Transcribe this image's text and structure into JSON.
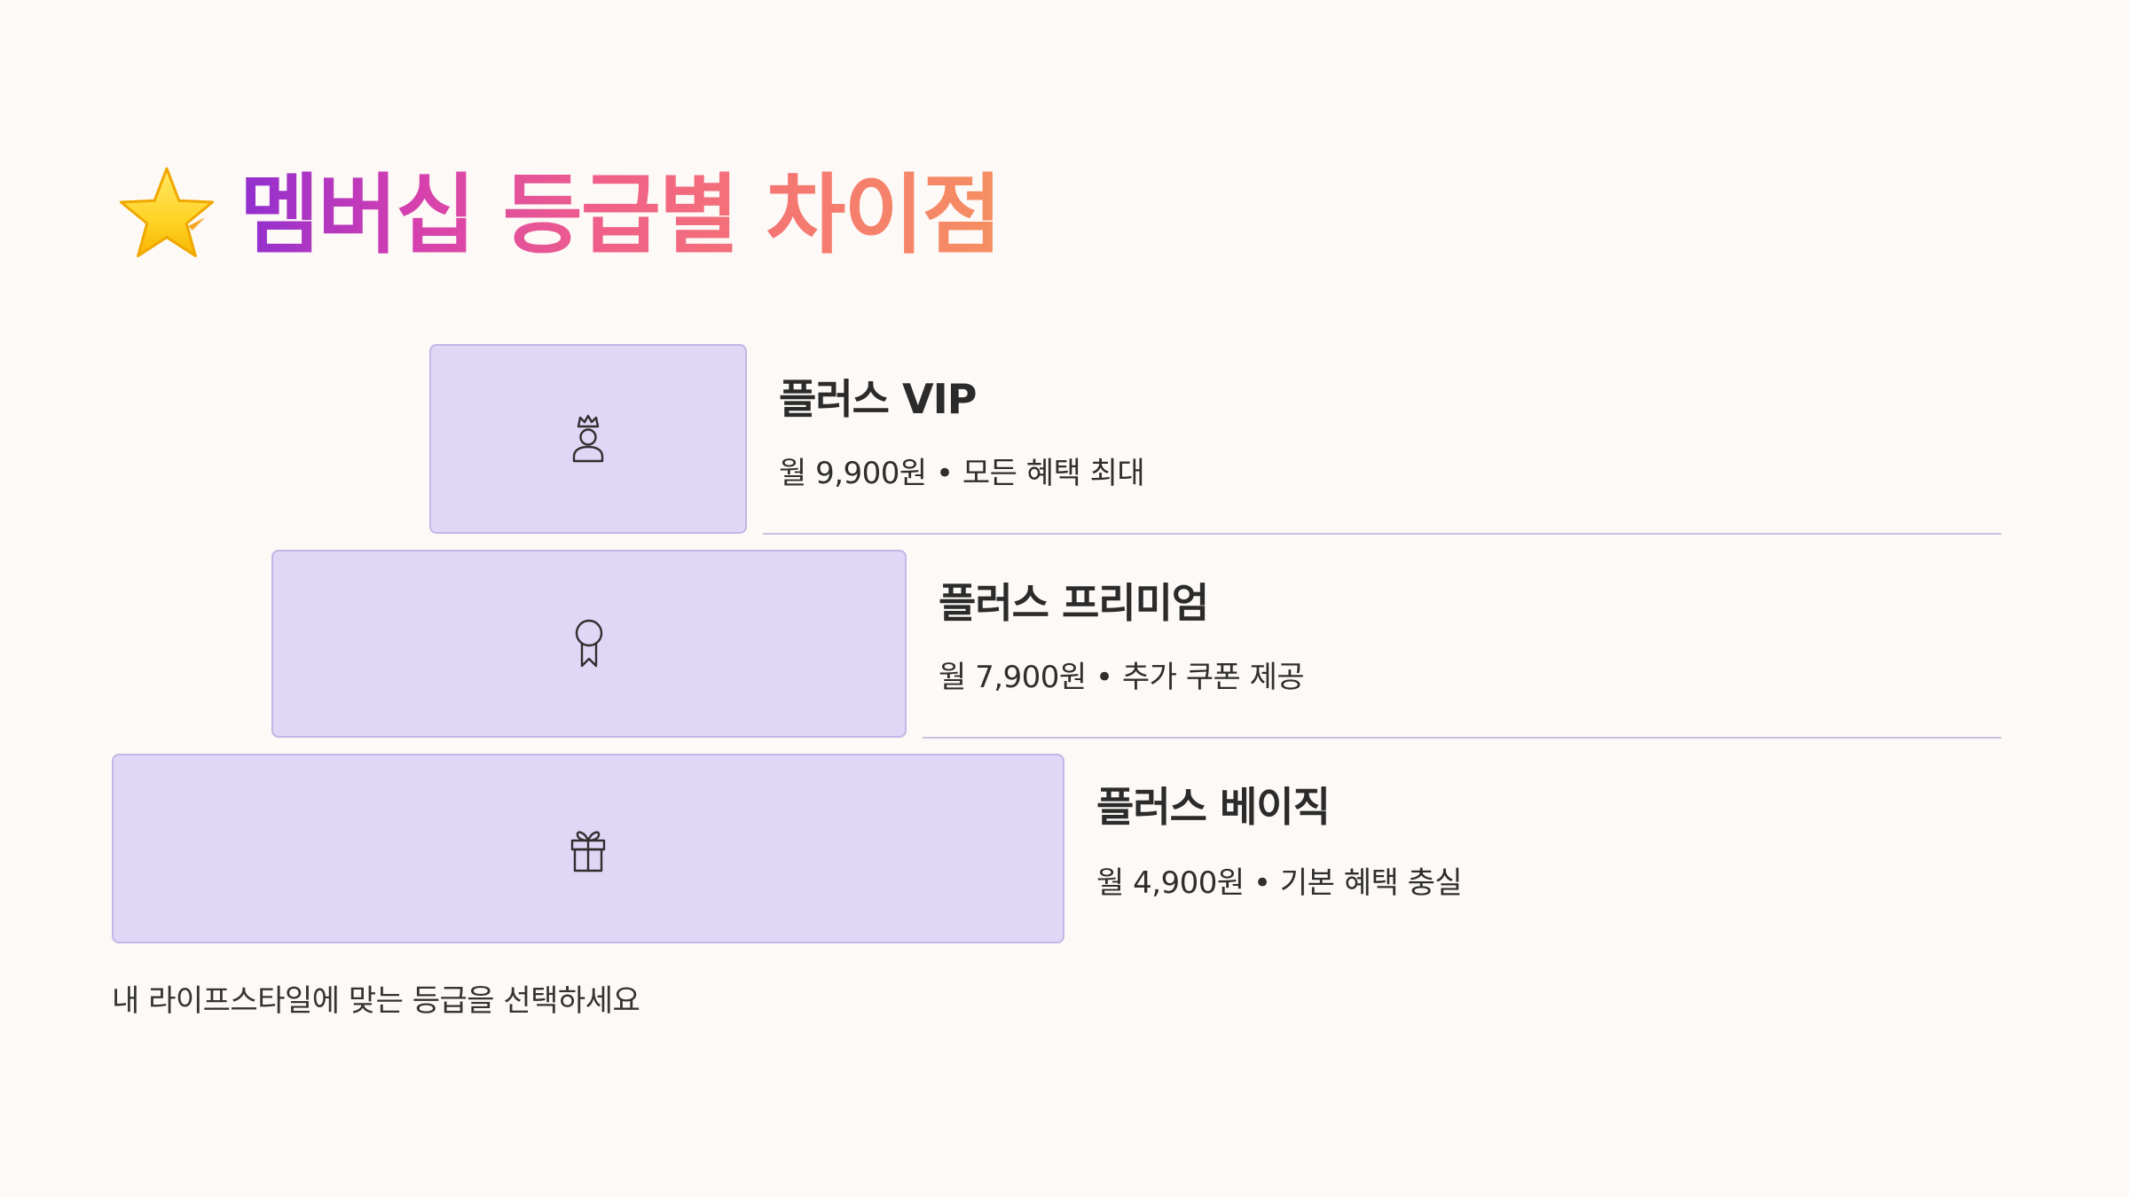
{
  "title": {
    "icon": "star-icon",
    "text": "멤버십 등급별 차이점"
  },
  "tiers": [
    {
      "icon": "crowned-person-icon",
      "name": "플러스 VIP",
      "desc": "월 9,900원 • 모든 혜택 최대"
    },
    {
      "icon": "award-ribbon-icon",
      "name": "플러스 프리미엄",
      "desc": "월 7,900원 • 추가 쿠폰 제공"
    },
    {
      "icon": "gift-box-icon",
      "name": "플러스 베이직",
      "desc": "월 4,900원 • 기본 혜택 충실"
    }
  ],
  "footer": {
    "text": "내 라이프스타일에 맞는 등급을 선택하세요"
  },
  "colors": {
    "background": "#fdf9f6",
    "tier_box": "#e0d6f5",
    "tier_box_border": "#c4b6e6",
    "divider": "#cbc0e2",
    "title_gradient_start": "#8f2fd0",
    "title_gradient_mid": "#f06089",
    "title_gradient_end": "#f58f62"
  }
}
